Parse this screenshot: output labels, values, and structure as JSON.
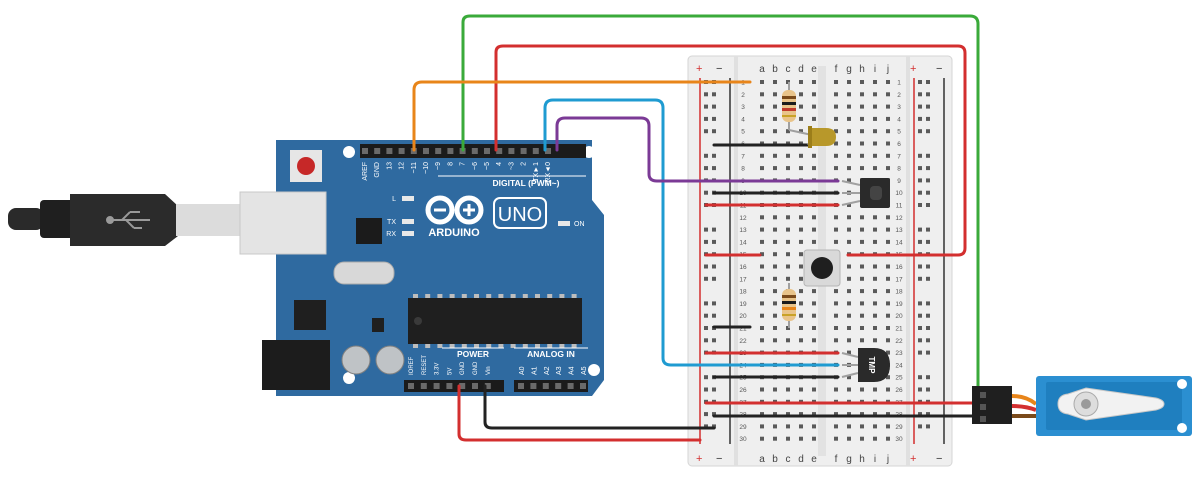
{
  "arduino": {
    "brand": "ARDUINO",
    "model": "UNO",
    "header_digital": "DIGITAL (PWM~)",
    "header_power": "POWER",
    "header_analog": "ANALOG IN",
    "led_l": "L",
    "led_tx": "TX",
    "led_rx": "RX",
    "led_on": "ON",
    "digital_pins": [
      "AREF",
      "GND",
      "13",
      "12",
      "~11",
      "~10",
      "~9",
      "8",
      "7",
      "~6",
      "~5",
      "4",
      "~3",
      "2",
      "TX►1",
      "RX◄0"
    ],
    "power_pins": [
      "IOREF",
      "RESET",
      "3.3V",
      "5V",
      "GND",
      "GND",
      "Vin"
    ],
    "analog_pins": [
      "A0",
      "A1",
      "A2",
      "A3",
      "A4",
      "A5"
    ]
  },
  "breadboard": {
    "plus": "+",
    "minus": "−",
    "cols_left": [
      "a",
      "b",
      "c",
      "d",
      "e"
    ],
    "cols_right": [
      "f",
      "g",
      "h",
      "i",
      "j"
    ],
    "rows": [
      "1",
      "2",
      "3",
      "4",
      "5",
      "6",
      "7",
      "8",
      "9",
      "10",
      "11",
      "12",
      "13",
      "14",
      "15",
      "16",
      "17",
      "18",
      "19",
      "20",
      "21",
      "22",
      "23",
      "24",
      "25",
      "26",
      "27",
      "28",
      "29",
      "30"
    ]
  },
  "sensor": {
    "label": "TMP"
  },
  "colors": {
    "board": "#2f6aa0",
    "wire_red": "#d32f2f",
    "wire_black": "#222222",
    "wire_green": "#3aaa3a",
    "wire_orange": "#e8851a",
    "wire_blue": "#1f9bd1",
    "wire_purple": "#7b3a96",
    "servo": "#2b8fd1"
  }
}
